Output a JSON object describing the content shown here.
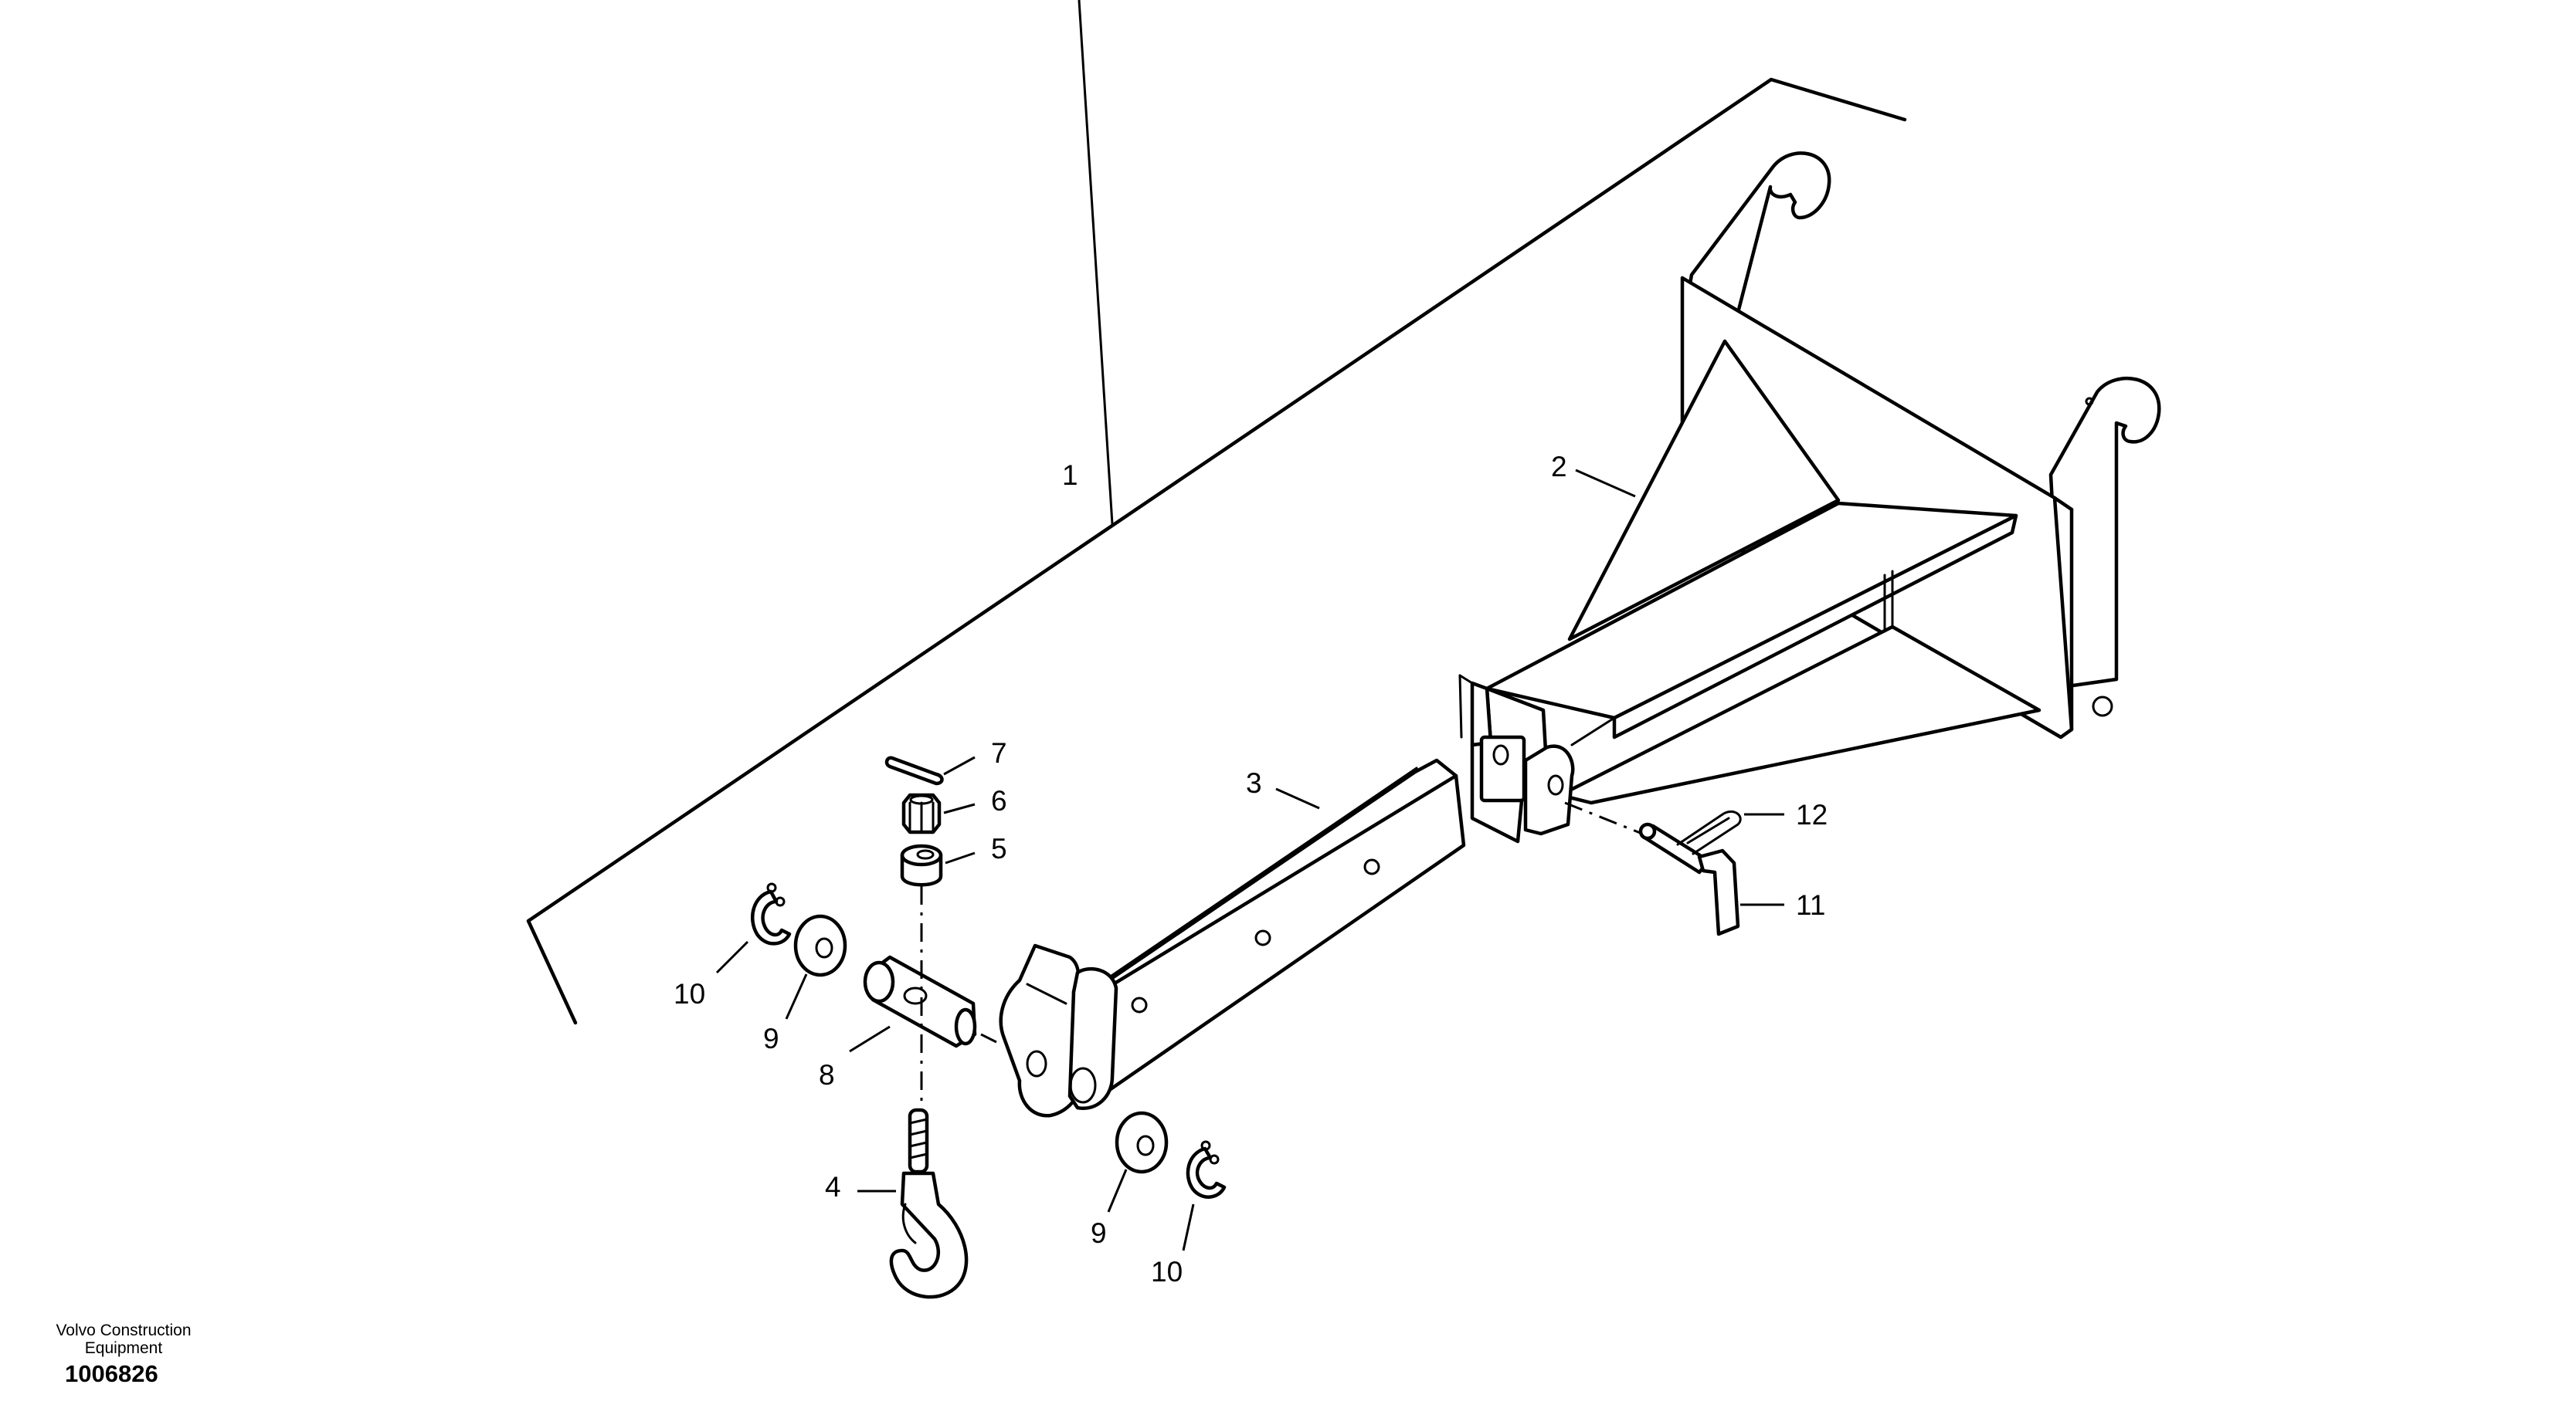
{
  "diagram": {
    "callouts": {
      "c1": "1",
      "c2": "2",
      "c3": "3",
      "c4": "4",
      "c5": "5",
      "c6": "6",
      "c7": "7",
      "c8": "8",
      "c9a": "9",
      "c9b": "9",
      "c10a": "10",
      "c10b": "10",
      "c11": "11",
      "c12": "12"
    }
  },
  "footer": {
    "company_line1": "Volvo Construction",
    "company_line2": "Equipment",
    "drawing_number": "1006826"
  }
}
